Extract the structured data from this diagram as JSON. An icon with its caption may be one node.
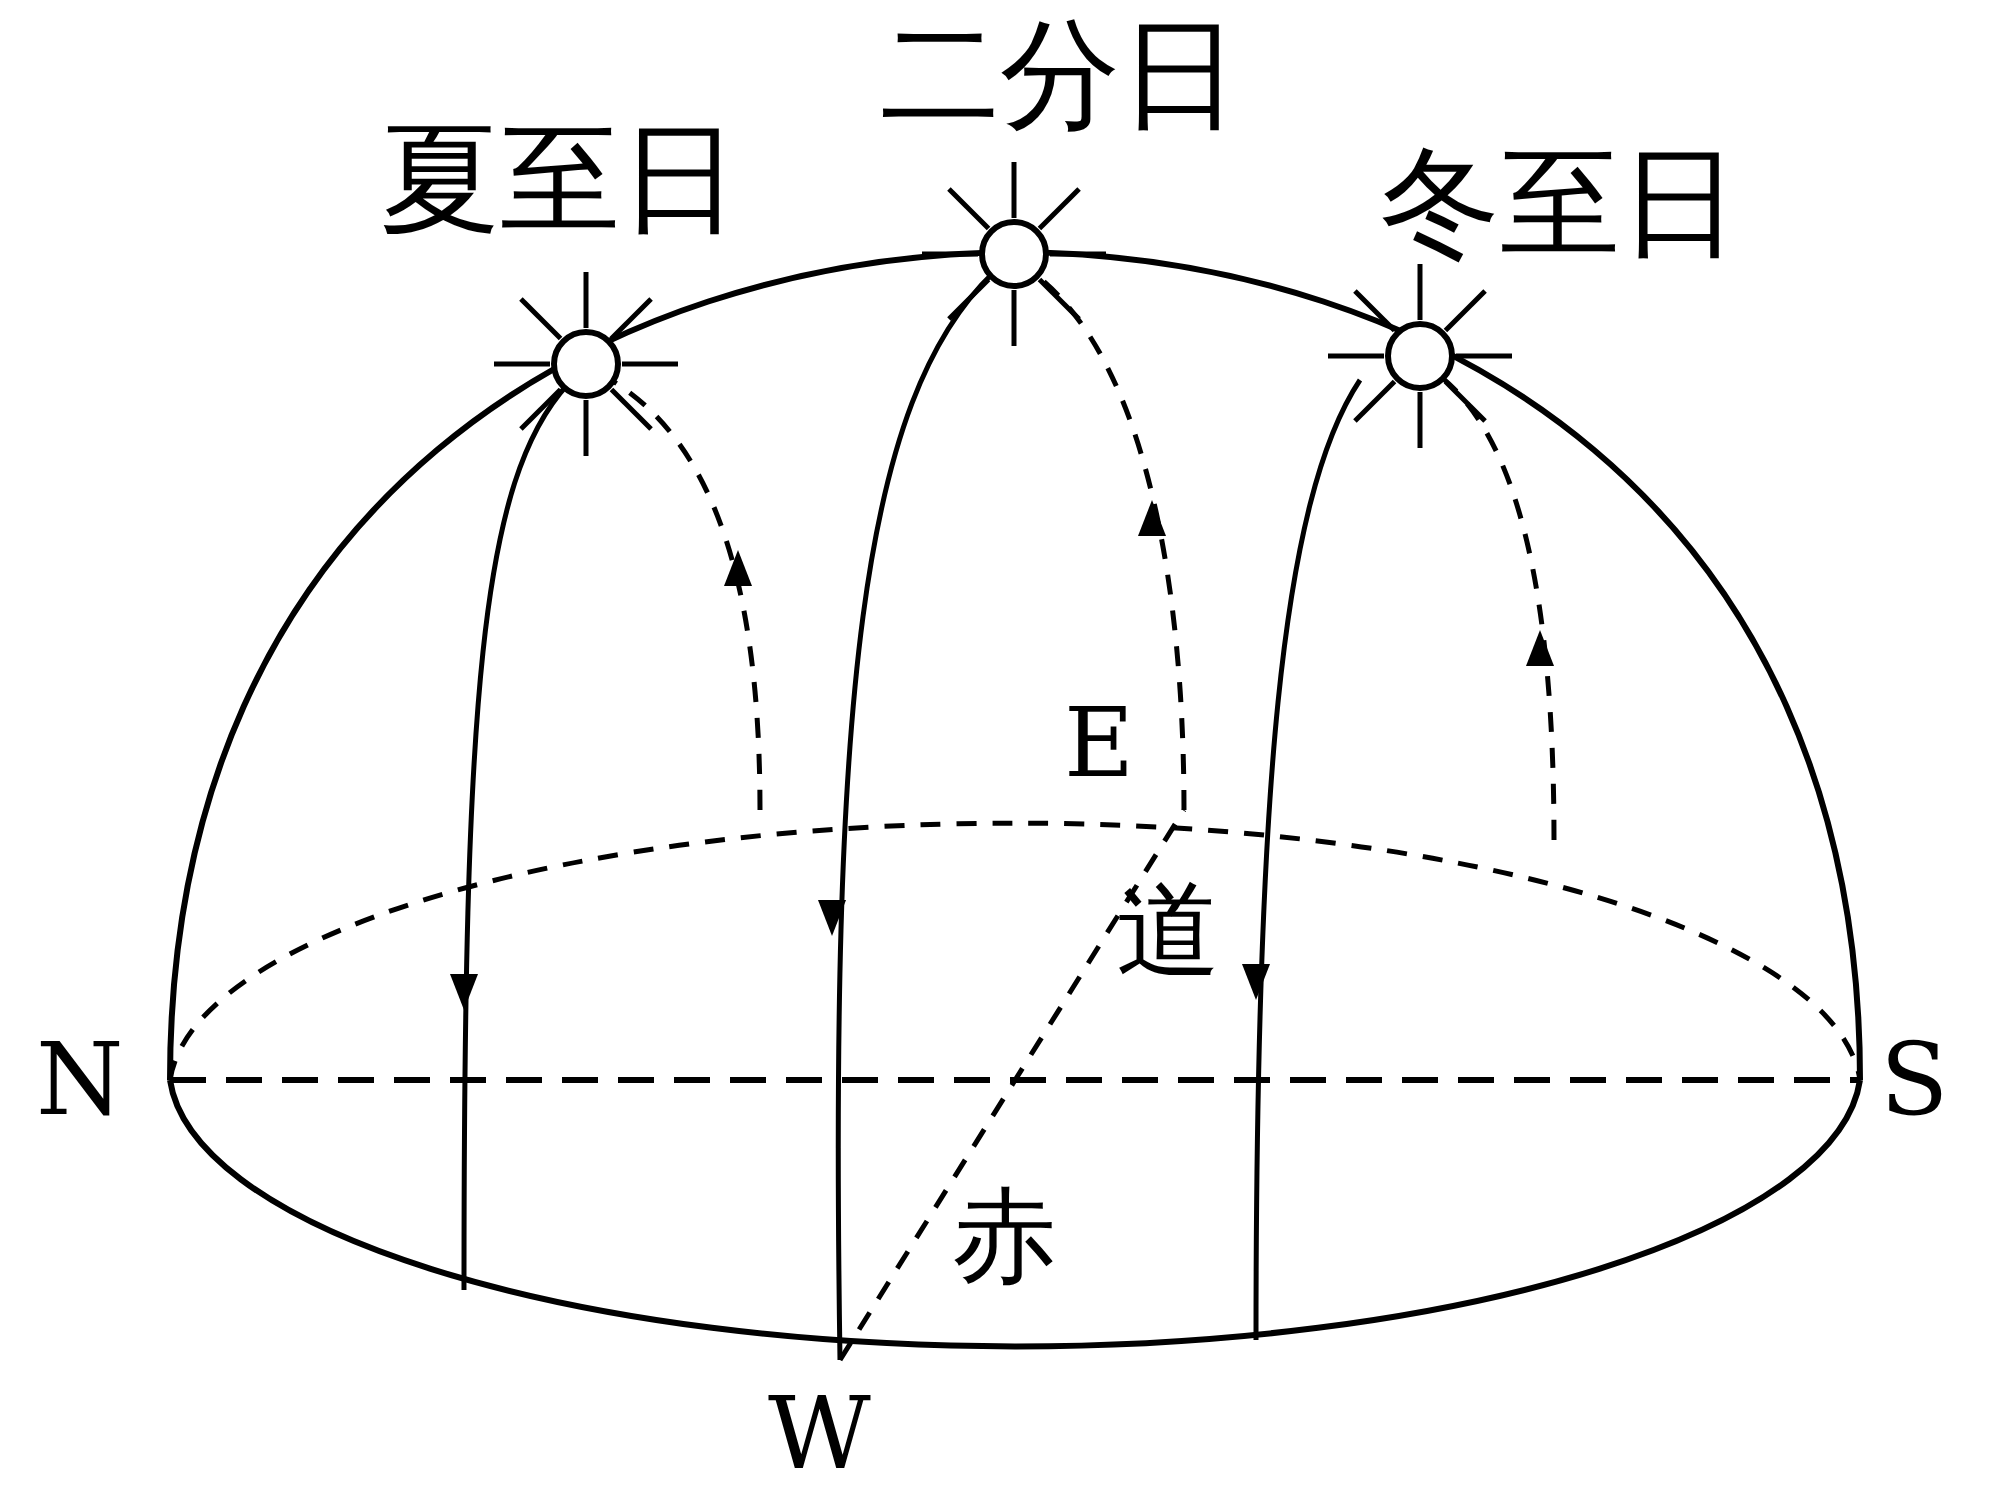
{
  "diagram": {
    "labels": [
      "夏至日",
      "二分日",
      "冬至日",
      "E",
      "道",
      "N",
      "S",
      "赤",
      "W"
    ]
  }
}
